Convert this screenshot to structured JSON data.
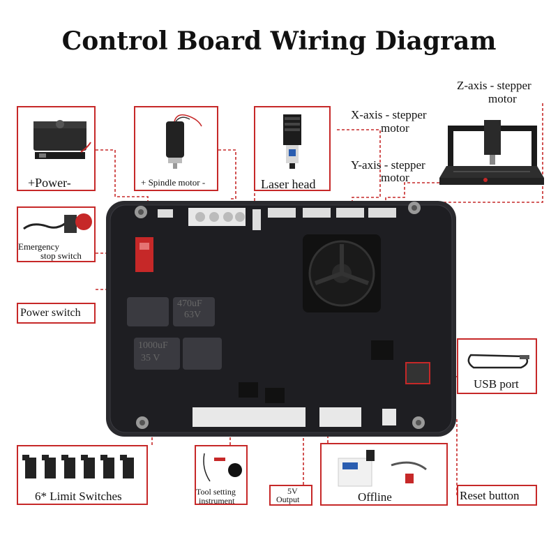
{
  "title": "Control Board Wiring Diagram",
  "labels": {
    "power": "+Power-",
    "spindle": "+ Spindle motor -",
    "laser": "Laser head",
    "x_axis_1": "X-axis - stepper",
    "x_axis_2": "motor",
    "y_axis_1": "Y-axis - stepper",
    "y_axis_2": "motor",
    "z_axis_1": "Z-axis - stepper",
    "z_axis_2": "motor",
    "estop_1": "Emergency",
    "estop_2": "stop switch",
    "power_switch": "Power switch",
    "usb": "USB port",
    "limit": "6* Limit Switches",
    "tool_1": "Tool setting",
    "tool_2": "instrument",
    "v5_1": "5V",
    "v5_2": "Output",
    "offline": "Offline",
    "reset": "Reset button"
  },
  "board_text": {
    "cap1": "470uF",
    "cap1v": "63V",
    "cap2": "1000uF",
    "cap2v": "35 V"
  },
  "colors": {
    "callout_border": "#c62828",
    "board": "#2a2a2e",
    "connector": "#e8e8e8"
  }
}
